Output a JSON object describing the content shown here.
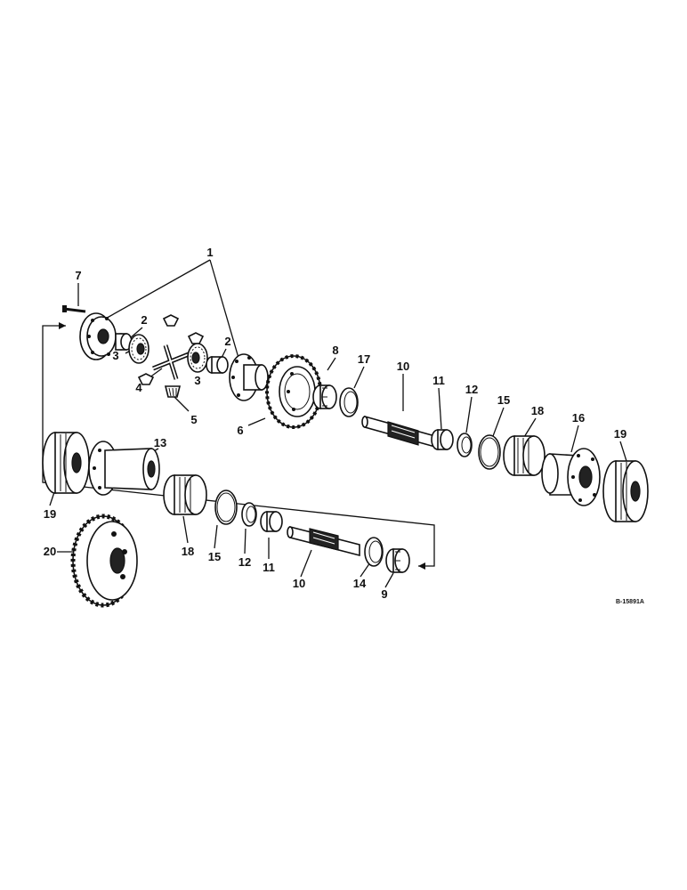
{
  "callouts": {
    "c1": "1",
    "c2a": "2",
    "c2b": "2",
    "c3a": "3",
    "c3b": "3",
    "c4": "4",
    "c5": "5",
    "c6": "6",
    "c7": "7",
    "c8": "8",
    "c9": "9",
    "c10a": "10",
    "c10b": "10",
    "c11a": "11",
    "c11b": "11",
    "c12a": "12",
    "c12b": "12",
    "c13": "13",
    "c14": "14",
    "c15a": "15",
    "c15b": "15",
    "c16": "16",
    "c17": "17",
    "c18a": "18",
    "c18b": "18",
    "c19a": "19",
    "c19b": "19",
    "c20": "20"
  },
  "reference": "B-15891A"
}
